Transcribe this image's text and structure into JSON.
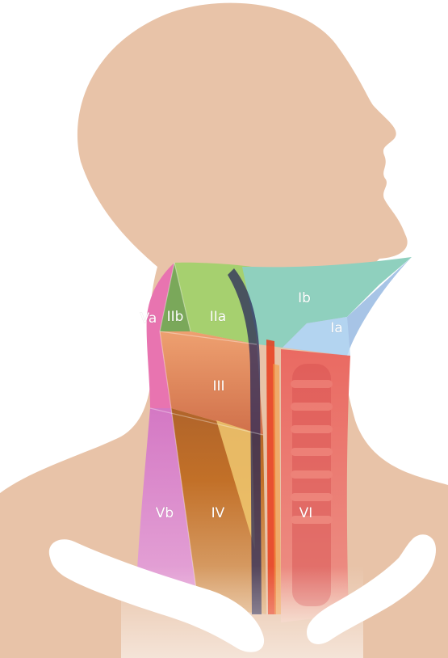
{
  "colors": {
    "skin": "#e8c3a8",
    "clavicle": "#ffffff",
    "level_Ia": "#a7c4e6",
    "level_Ib": "#8fd0be",
    "level_IIa": "#9fd16a",
    "level_IIb": "#7aa85a",
    "level_III": "#e6946a",
    "level_IV": "#c8782a",
    "level_Va": "#e874b0",
    "level_Vb": "#d77cc7",
    "level_VI": "#e86a6a",
    "jugular": "#2a2a5a",
    "carotid": "#e83c1c"
  },
  "labels": {
    "Ia": "Ia",
    "Ib": "Ib",
    "IIa": "IIa",
    "IIb": "IIb",
    "III": "III",
    "IV": "IV",
    "Va": "Va",
    "Vb": "Vb",
    "VI": "VI"
  }
}
